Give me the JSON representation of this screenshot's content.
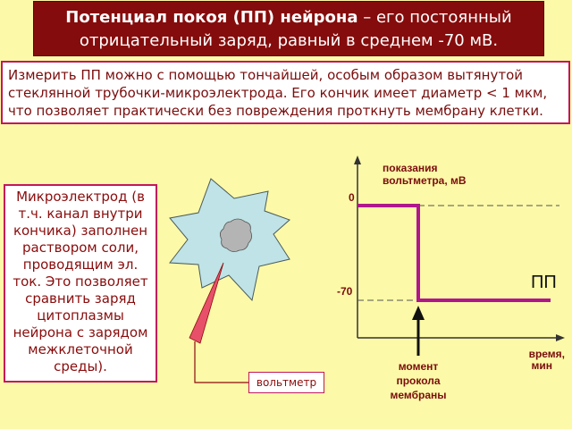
{
  "title": {
    "bold": "Потенциал покоя (ПП) нейрона",
    "rest": " – его постоянный отрицательный заряд, равный в среднем -70 мВ."
  },
  "info": {
    "text": "Измерить ПП можно с помощью тончайшей, особым образом вытянутой стеклянной трубочки-микроэлектрода. Его кончик имеет диаметр < 1 мкм, что позволяет практически без повреждения проткнуть мембрану клетки."
  },
  "side": {
    "text": "Микроэлектрод (в т.ч. канал внутри кончика) заполнен раствором соли, проводящим эл. ток. Это позволяет сравнить заряд цитоплазмы нейрона с зарядом межклеточной среды)."
  },
  "voltmeter": {
    "label": "вольтметр"
  },
  "graph": {
    "y_label_line1": "показания",
    "y_label_line2": "вольтметра, мВ",
    "tick_zero": "0",
    "tick_minus70": "-70",
    "x_label_line1": "время,",
    "x_label_line2": "мин",
    "pp_label": "ПП",
    "moment_line1": "момент",
    "moment_line2": "прокола",
    "moment_line3": "мембраны"
  },
  "colors": {
    "background": "#fcf9a8",
    "title_bg": "#850c0c",
    "border": "#c2185b",
    "text": "#7a0d0d",
    "trace": "#b0178c",
    "cell_fill": "#bfe3e6",
    "electrode": "#e8506a"
  }
}
